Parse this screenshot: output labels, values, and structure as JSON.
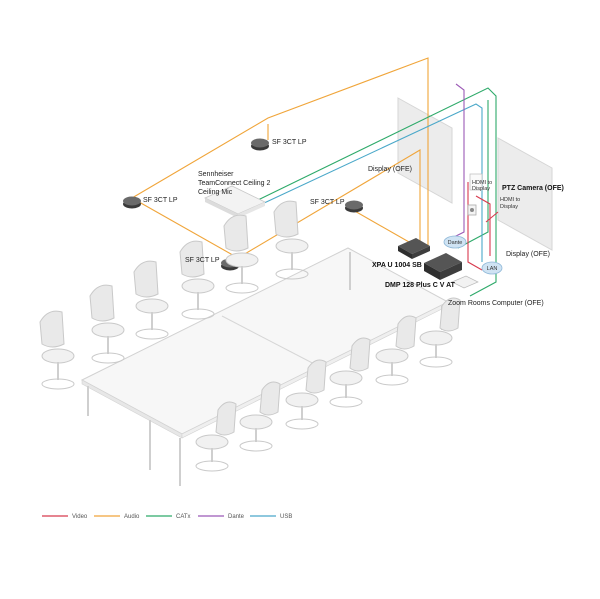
{
  "labels": {
    "speaker_1": "SF 3CT LP",
    "speaker_2": "SF 3CT LP",
    "speaker_3": "SF 3CT LP",
    "speaker_4": "SF 3CT LP",
    "mic_line1": "Sennheiser",
    "mic_line2": "TeamConnect Ceiling 2",
    "mic_line3": "Ceiling Mic",
    "display_left": "Display (OFE)",
    "display_right": "Display (OFE)",
    "ptz_camera": "PTZ Camera (OFE)",
    "hdmi_1_line1": "HDMI to",
    "hdmi_1_line2": "Display",
    "hdmi_2_line1": "HDMI to",
    "hdmi_2_line2": "Display",
    "amp": "XPA U 1004 SB",
    "dsp": "DMP 128 Plus C V AT",
    "computer": "Zoom Rooms Computer (OFE)",
    "dante_badge": "Dante",
    "lan_badge": "LAN"
  },
  "legend": [
    {
      "label": "Video",
      "color": "#d83a4e"
    },
    {
      "label": "Audio",
      "color": "#f0a53a"
    },
    {
      "label": "CATx",
      "color": "#2eaa6a"
    },
    {
      "label": "Dante",
      "color": "#9b59b6"
    },
    {
      "label": "USB",
      "color": "#4aa8c9"
    }
  ],
  "colors": {
    "video": "#d83a4e",
    "audio": "#f0a53a",
    "catx": "#2eaa6a",
    "dante": "#9b59b6",
    "usb": "#4aa8c9"
  }
}
